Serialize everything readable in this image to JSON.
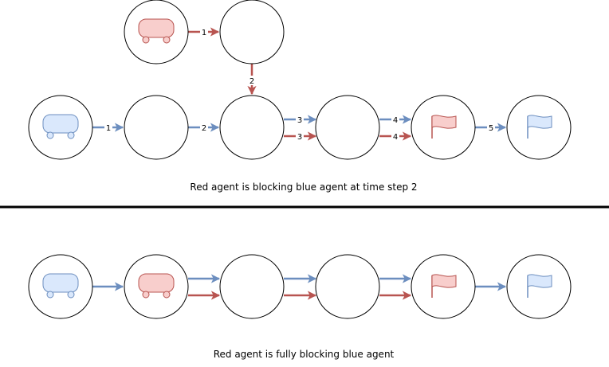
{
  "colors": {
    "blue_stroke": "#6c8ebf",
    "blue_fill": "#dae8fc",
    "red_stroke": "#b85450",
    "red_fill": "#f8cecc",
    "divider": "#000000"
  },
  "icons": {
    "blue_agent": "tank-car-icon",
    "red_agent": "tank-car-icon",
    "red_goal": "flag-icon",
    "blue_goal": "flag-icon"
  },
  "top_panel": {
    "caption": "Red agent is blocking blue agent at time step 2",
    "edge_labels": {
      "red_spawn_to_upper": "1",
      "red_upper_to_center": "2",
      "blue_start_to_n1": "1",
      "blue_n1_to_center": "2",
      "blue_center_to_n3": "3",
      "red_center_to_n3": "3",
      "blue_n3_to_red_goal": "4",
      "red_n3_to_red_goal": "4",
      "blue_red_goal_to_blue_goal": "5"
    }
  },
  "bottom_panel": {
    "caption": "Red agent is fully blocking blue agent"
  }
}
